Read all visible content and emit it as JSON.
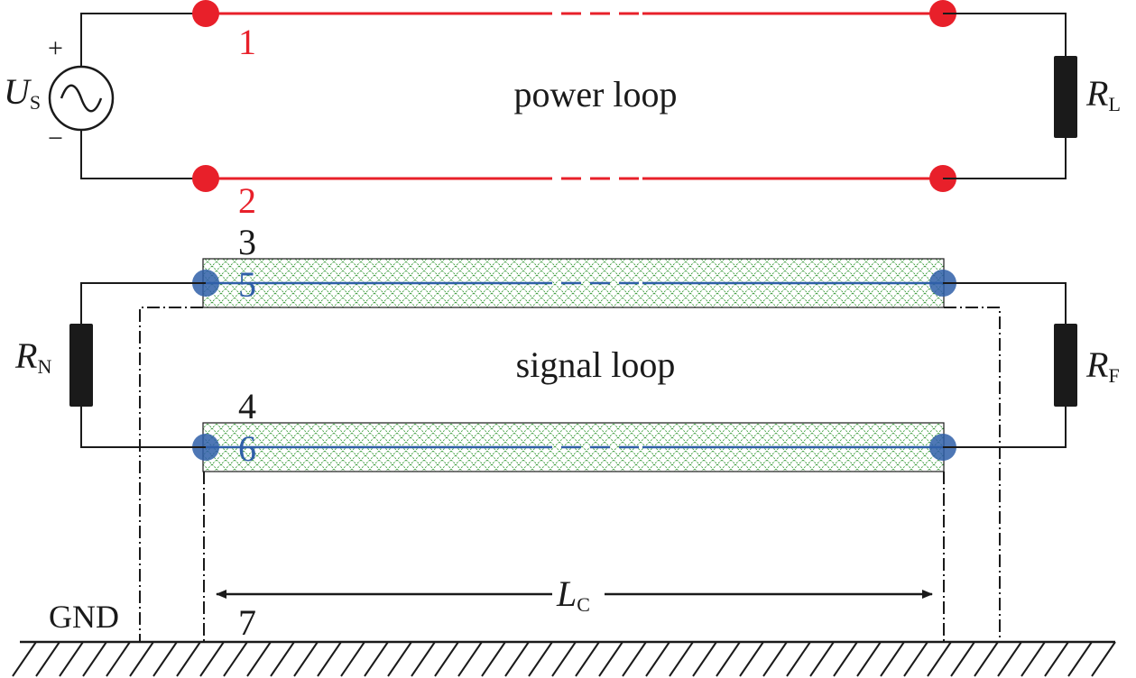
{
  "labels": {
    "power_loop": "power loop",
    "signal_loop": "signal loop",
    "source_symbol": "U",
    "source_subscript": "S",
    "plus": "+",
    "minus": "−",
    "load_symbol": "R",
    "load_subscript": "L",
    "near_symbol": "R",
    "near_subscript": "N",
    "far_symbol": "R",
    "far_subscript": "F",
    "length_symbol": "L",
    "length_subscript": "C",
    "ground": "GND"
  },
  "conductors": {
    "c1": "1",
    "c2": "2",
    "c3": "3",
    "c4": "4",
    "c5": "5",
    "c6": "6",
    "c7": "7"
  },
  "colors": {
    "power": "#e8202a",
    "signal": "#2f5fa8",
    "shield": "#3a9a3a",
    "wire": "#1a1a1a"
  },
  "icons": {
    "source": "ac-source-icon",
    "ground": "ground-hatch-icon"
  }
}
